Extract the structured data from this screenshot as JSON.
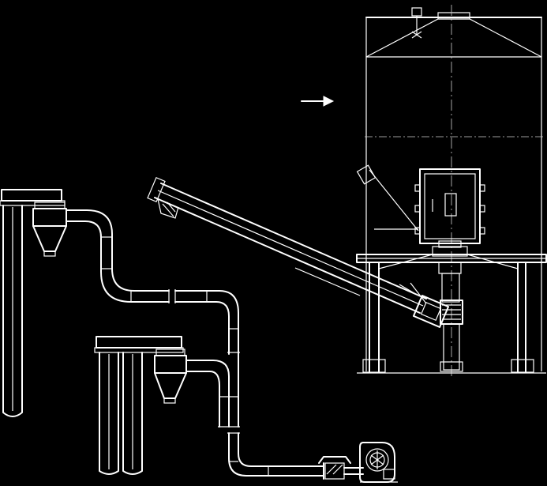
{
  "drawing": {
    "background": "#000000",
    "line_color": "#ffffff",
    "components": [
      "storage-silo",
      "bag-filter-left",
      "bag-filter-center",
      "cyclone-left",
      "cyclone-center",
      "screw-conveyor",
      "pneumatic-pipeline",
      "rotary-feeder",
      "blower",
      "direction-arrow"
    ]
  }
}
